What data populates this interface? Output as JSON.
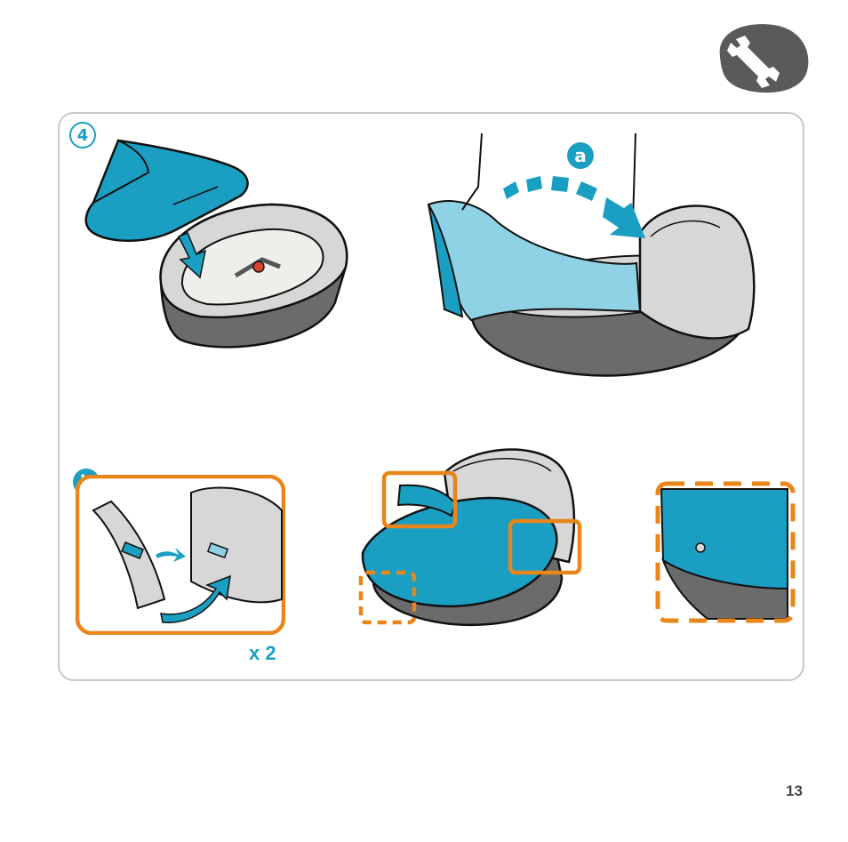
{
  "page": {
    "step_number": "4",
    "label_a": "a",
    "label_b": "b",
    "multiplier": "x 2",
    "page_number": "13"
  },
  "icons": {
    "header": "wrench-icon",
    "arrows": "arrow-icon"
  },
  "colors": {
    "accent_blue": "#1a9fc3",
    "highlight_orange": "#e8861a",
    "badge_gray": "#5a5a5a",
    "shell_gray": "#6b6b6b",
    "liner_gray": "#d7d7d7",
    "border_gray": "#c8c8c8"
  }
}
